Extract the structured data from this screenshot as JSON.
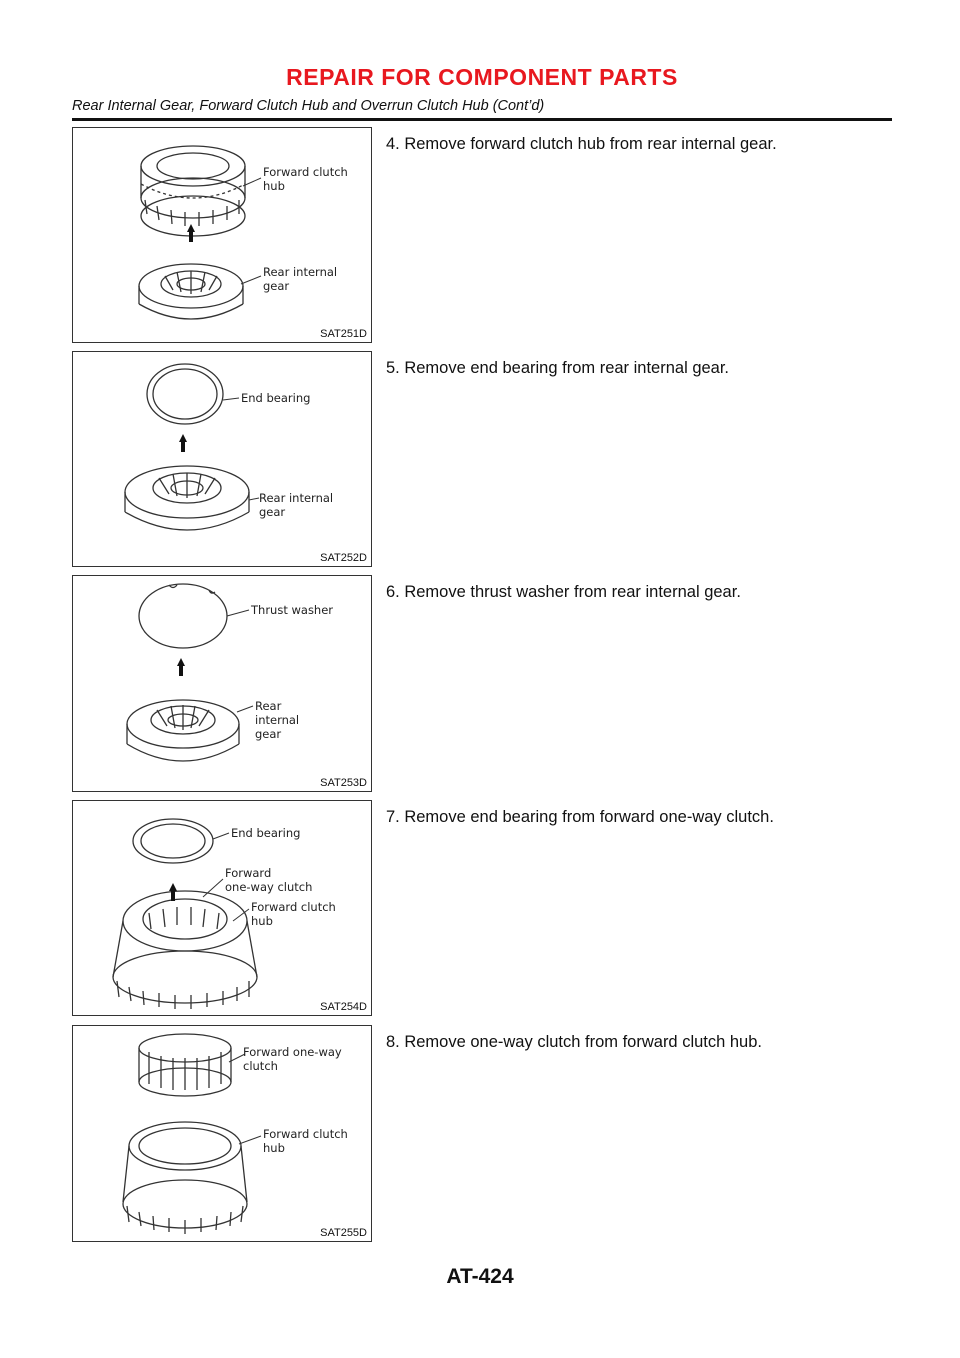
{
  "header": {
    "title": "REPAIR FOR COMPONENT PARTS",
    "subtitle": "Rear Internal Gear, Forward Clutch Hub and Overrun Clutch Hub (Cont’d)"
  },
  "steps": [
    {
      "text": "4. Remove forward clutch hub from rear internal gear.",
      "figure_code": "SAT251D",
      "labels": [
        "Forward clutch",
        "hub",
        "Rear internal",
        "gear"
      ]
    },
    {
      "text": "5. Remove end bearing from rear internal gear.",
      "figure_code": "SAT252D",
      "labels": [
        "End bearing",
        "Rear internal",
        "gear"
      ]
    },
    {
      "text": "6. Remove thrust washer from rear internal gear.",
      "figure_code": "SAT253D",
      "labels": [
        "Thrust washer",
        "Rear",
        "internal",
        "gear"
      ]
    },
    {
      "text": "7. Remove end bearing from forward one-way clutch.",
      "figure_code": "SAT254D",
      "labels": [
        "End bearing",
        "Forward",
        "one-way clutch",
        "Forward clutch",
        "hub"
      ]
    },
    {
      "text": "8. Remove one-way clutch from forward clutch hub.",
      "figure_code": "SAT255D",
      "labels": [
        "Forward one-way",
        "clutch",
        "Forward clutch",
        "hub"
      ]
    }
  ],
  "footer": {
    "page_number": "AT-424"
  }
}
